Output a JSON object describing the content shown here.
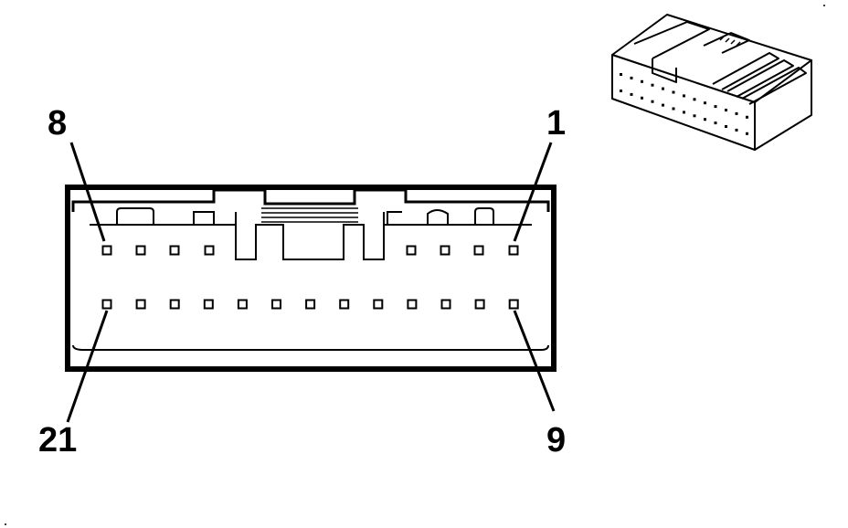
{
  "connector": {
    "top_row_pins": 8,
    "bottom_row_pins": 13,
    "labels": {
      "top_left": "8",
      "top_right": "1",
      "bottom_left": "21",
      "bottom_right": "9"
    }
  },
  "colors": {
    "ink": "#000000",
    "background": "#ffffff"
  }
}
